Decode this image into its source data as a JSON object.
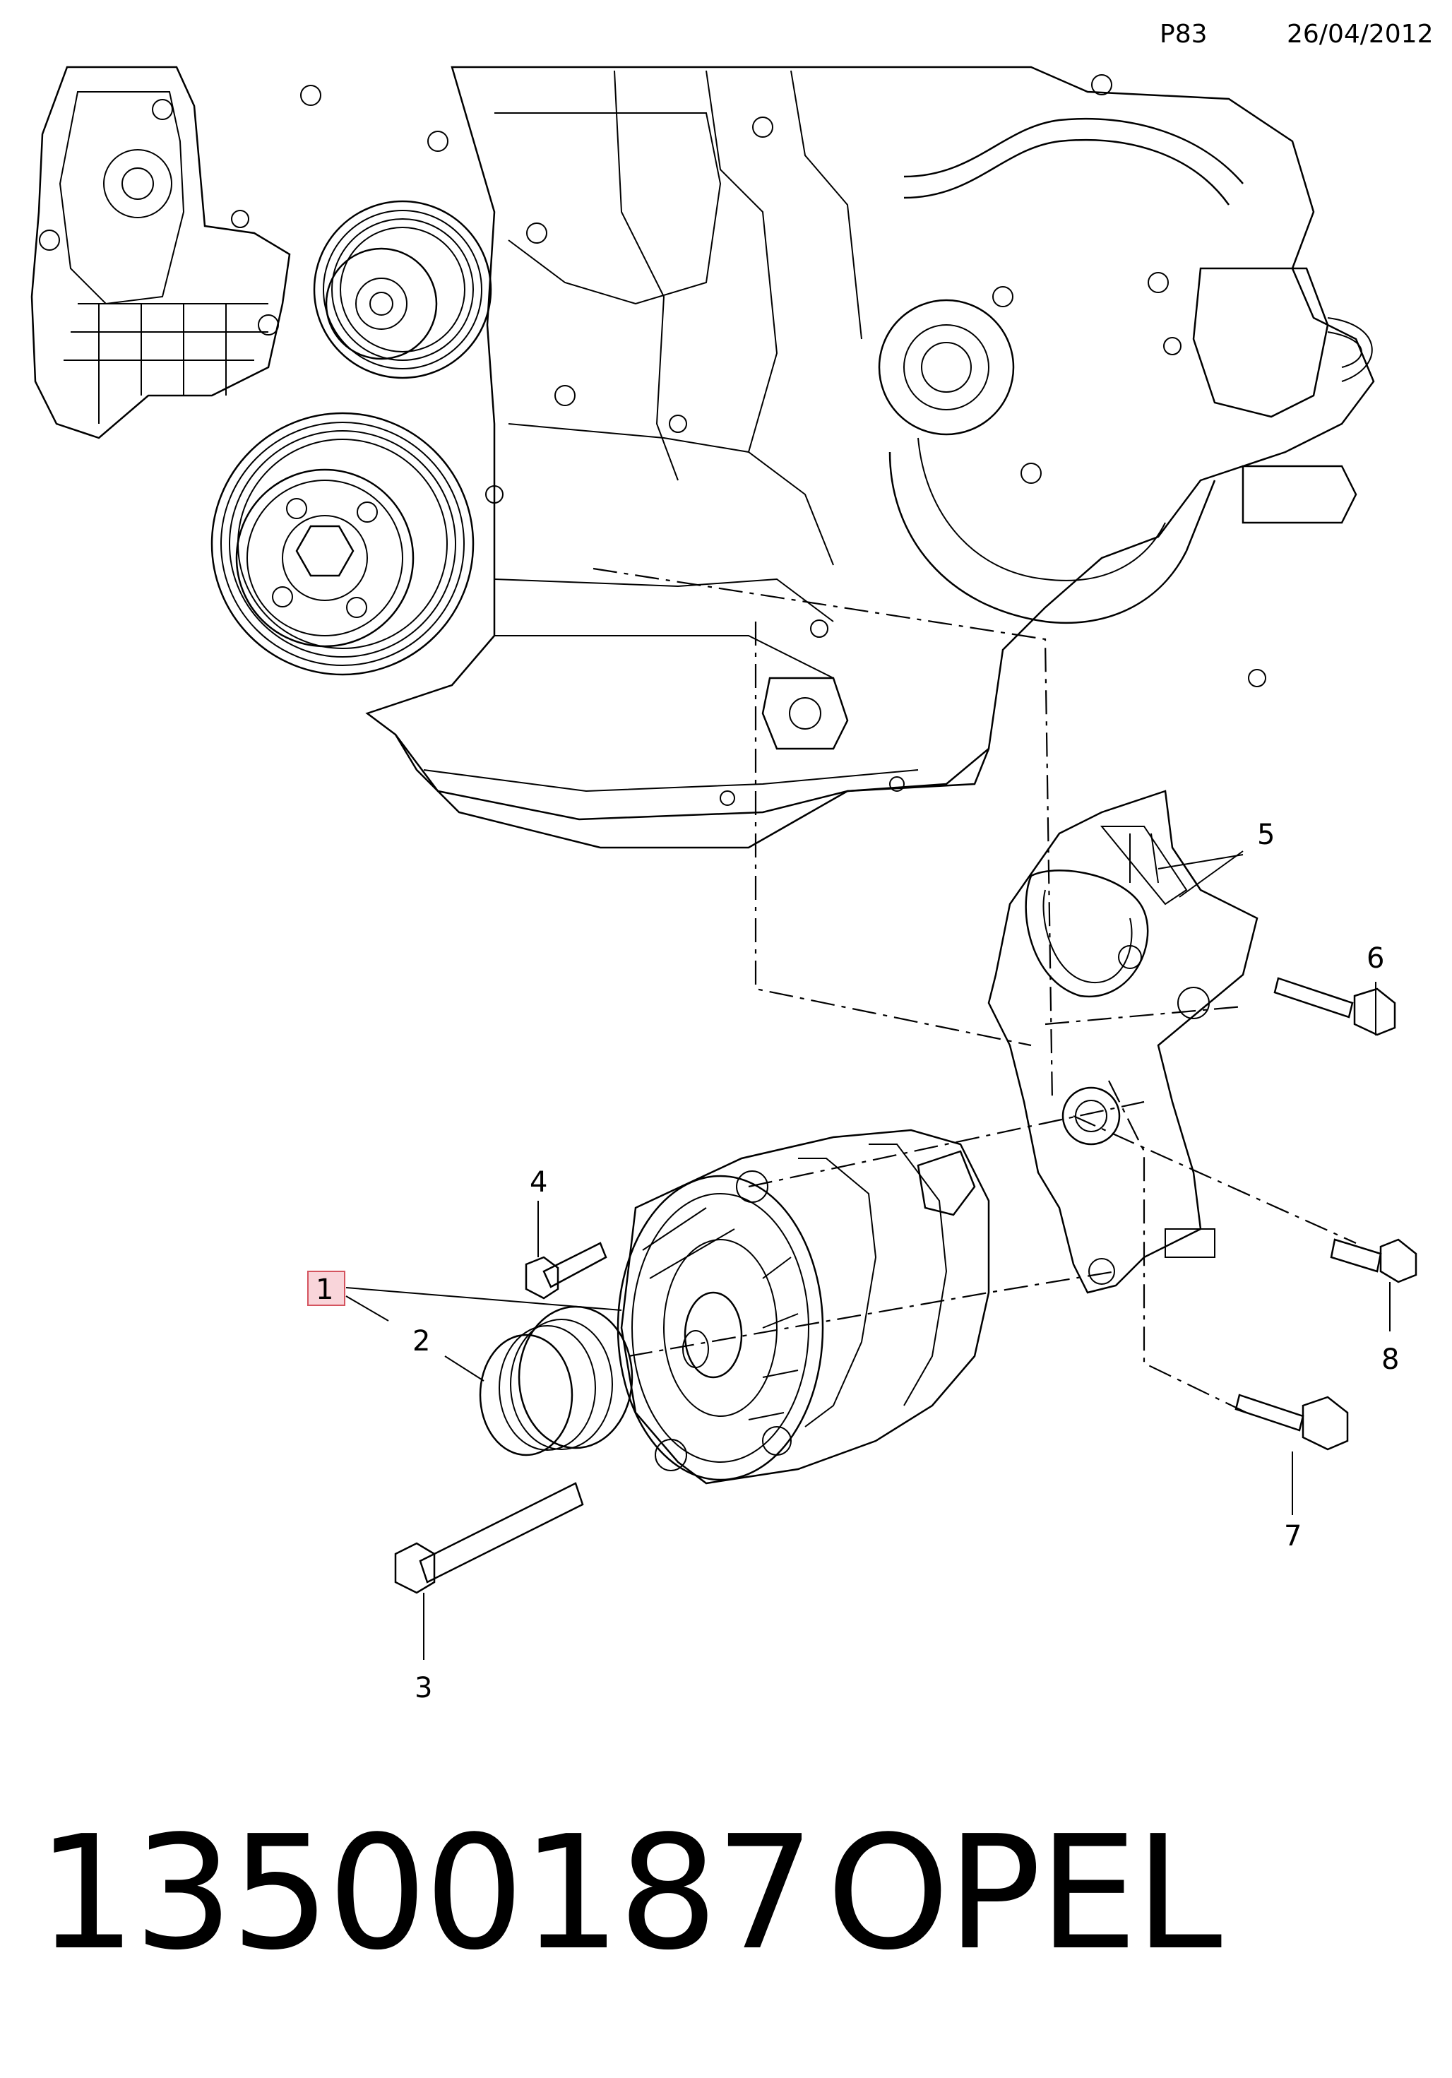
{
  "header": {
    "page_code": "P83",
    "date": "26/04/2012"
  },
  "callouts": [
    {
      "id": "1",
      "label": "1",
      "highlighted": true
    },
    {
      "id": "2",
      "label": "2"
    },
    {
      "id": "3",
      "label": "3"
    },
    {
      "id": "4",
      "label": "4"
    },
    {
      "id": "5",
      "label": "5"
    },
    {
      "id": "6",
      "label": "6"
    },
    {
      "id": "7",
      "label": "7"
    },
    {
      "id": "8",
      "label": "8"
    }
  ],
  "caption": {
    "part_number": "13500187",
    "brand": "OPEL"
  },
  "colors": {
    "highlight_fill": "#f9d5da",
    "highlight_stroke": "#d4545f",
    "line": "#000000"
  }
}
